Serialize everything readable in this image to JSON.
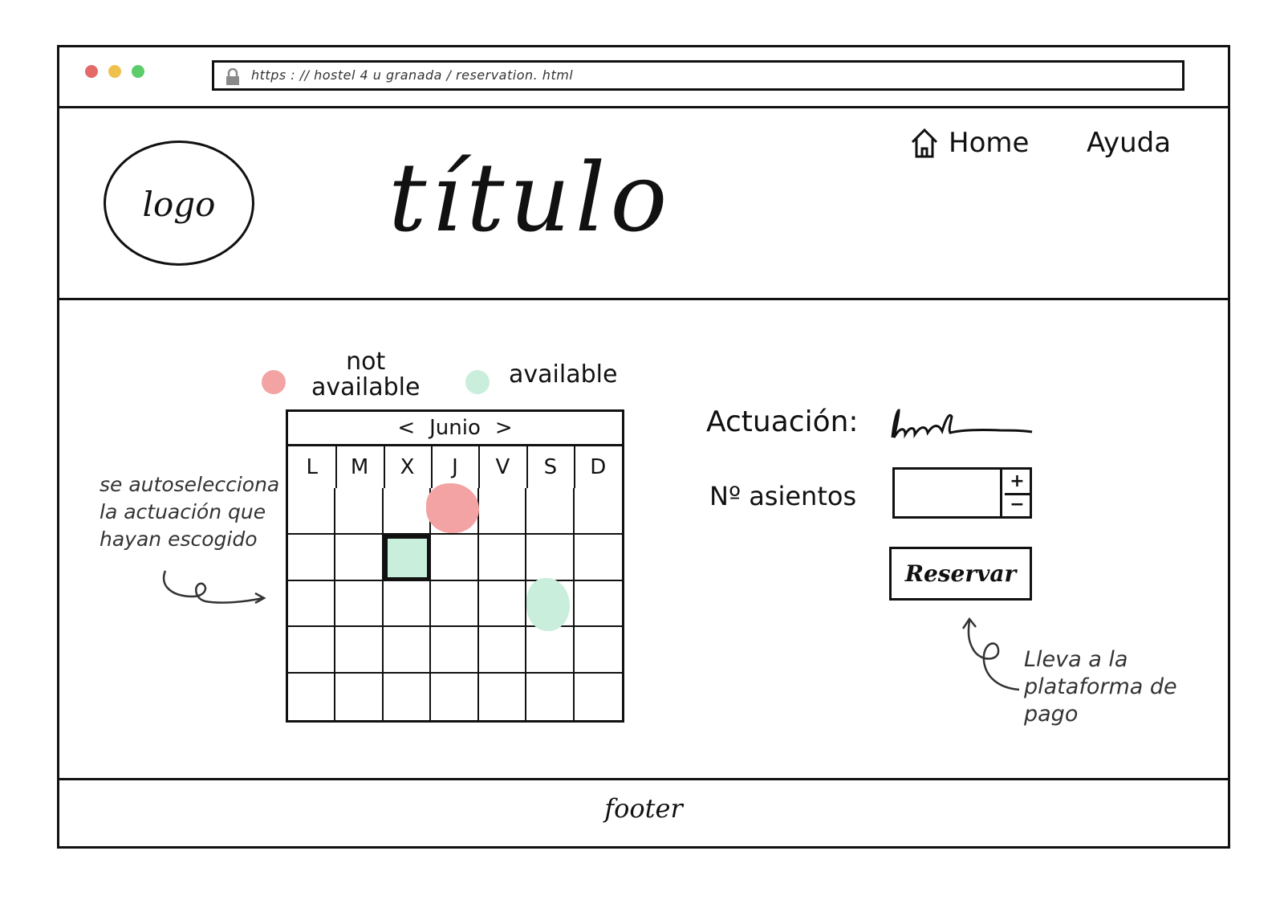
{
  "browser": {
    "url": "https : // hostel 4 u granada / reservation. html",
    "dots": [
      "#e46a6a",
      "#efc04d",
      "#5dcc6b"
    ]
  },
  "header": {
    "logo": "logo",
    "title": "título",
    "nav": {
      "home": "Home",
      "help": "Ayuda"
    }
  },
  "legend": {
    "not_available": "not\navailable",
    "available": "available",
    "colors": {
      "not_available": "#f3a3a3",
      "available": "#c9eedb"
    }
  },
  "calendar": {
    "month": "Junio",
    "prev": "<",
    "next": ">",
    "weekdays": [
      "L",
      "M",
      "X",
      "J",
      "V",
      "S",
      "D"
    ]
  },
  "form": {
    "performance_label": "Actuación:",
    "performance_value": "",
    "seats_label": "Nº asientos",
    "seats_value": "",
    "plus": "+",
    "minus": "−",
    "reserve_label": "Reservar"
  },
  "notes": {
    "left": "se autoselecciona\nla actuación que\nhayan escogido",
    "right": "Lleva a la\nplataforma de\npago"
  },
  "footer": {
    "text": "footer"
  }
}
